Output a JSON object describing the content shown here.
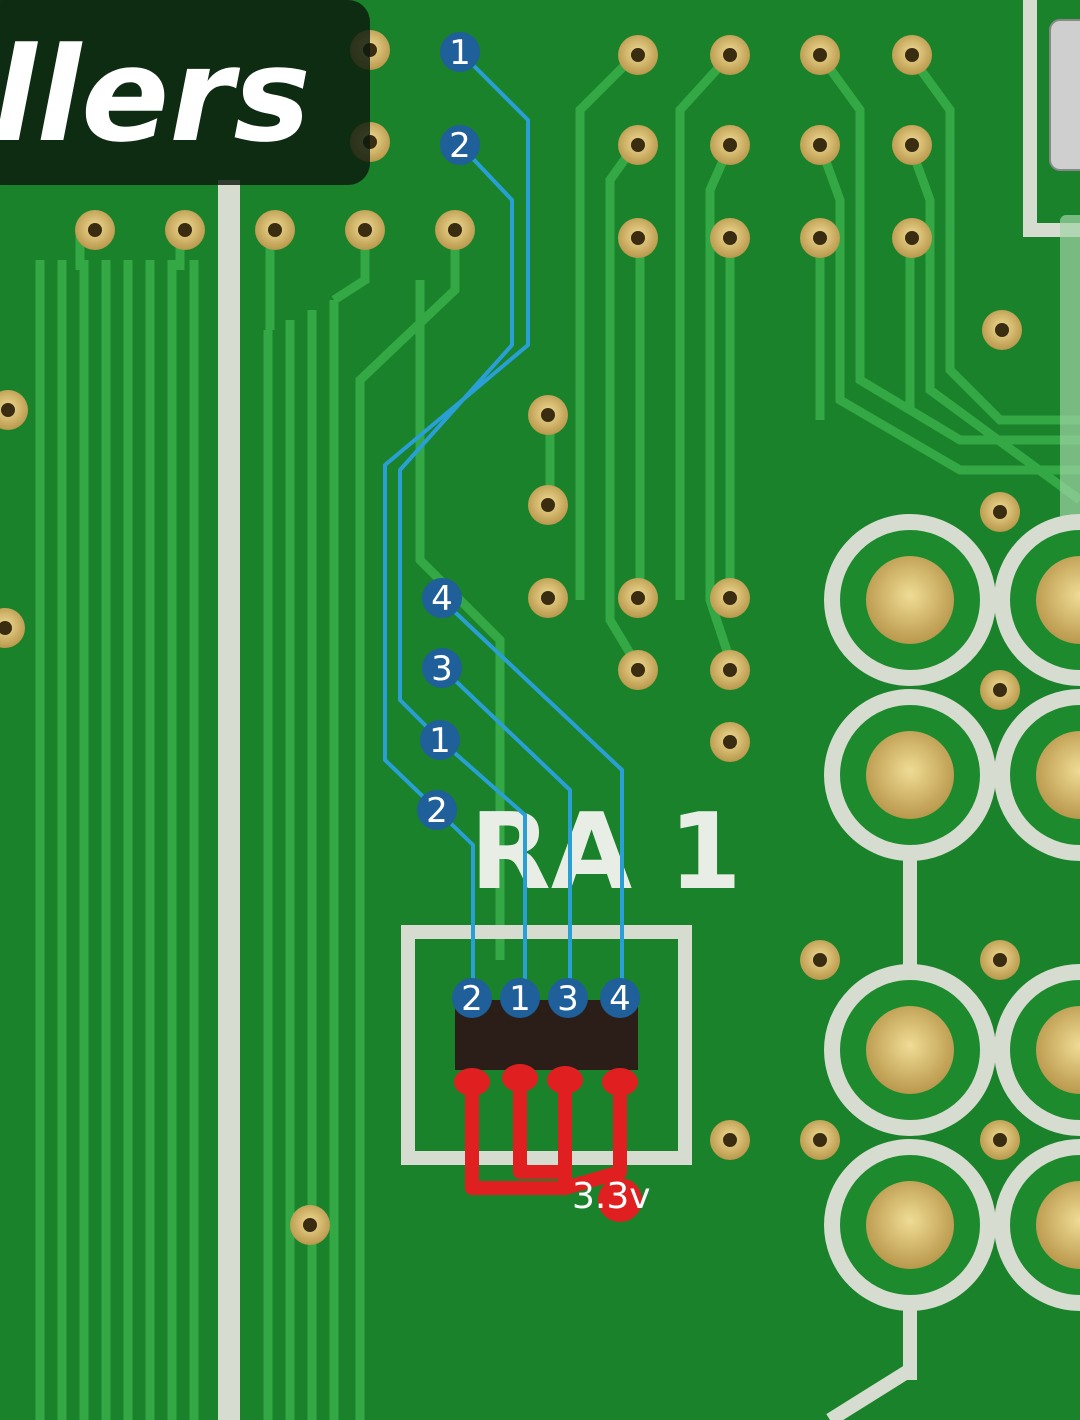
{
  "overlay_title": "llers",
  "silkscreen_label": "RA 1",
  "voltage_label": "3.3v",
  "pin_labels": {
    "top_1": "1",
    "top_2": "2",
    "mid_4": "4",
    "mid_3": "3",
    "mid_1": "1",
    "mid_2": "2",
    "chip_2": "2",
    "chip_1": "1",
    "chip_3": "3",
    "chip_4": "4"
  },
  "colors": {
    "board_green": "#1d8a2e",
    "wire_blue": "#2a9fd6",
    "jumper_red": "#e02020",
    "pad_gold": "#c9b26a",
    "silkscreen": "#e8eee6"
  }
}
